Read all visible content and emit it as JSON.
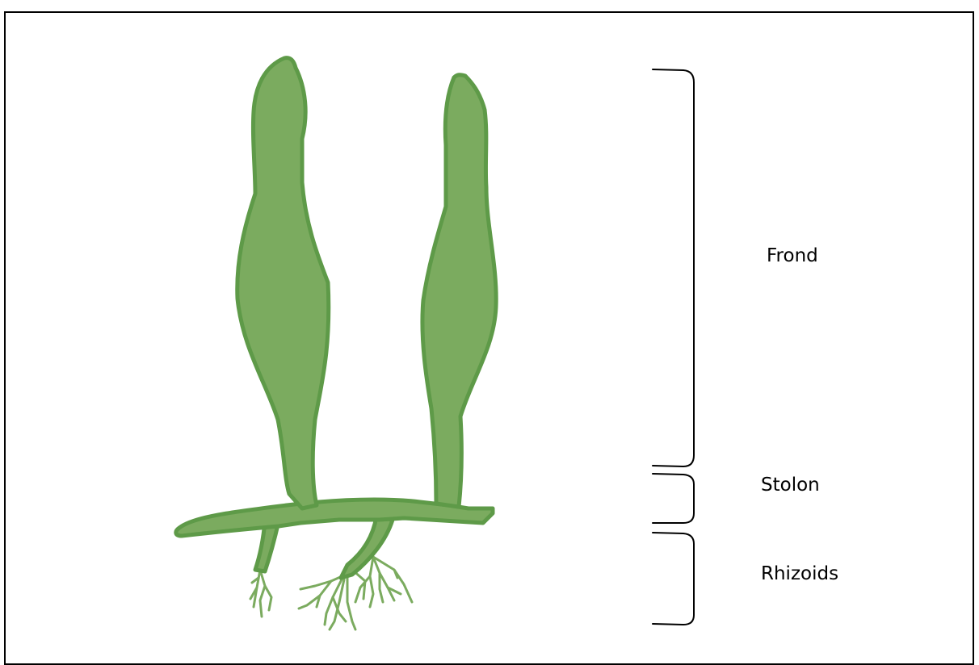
{
  "labels": {
    "frond": "Frond",
    "stolon": "Stolon",
    "rhizoids": "Rhizoids"
  },
  "colors": {
    "fill": "#7bab5f",
    "outline": "#5e9a48",
    "bracket": "#000000",
    "frame": "#000000"
  }
}
